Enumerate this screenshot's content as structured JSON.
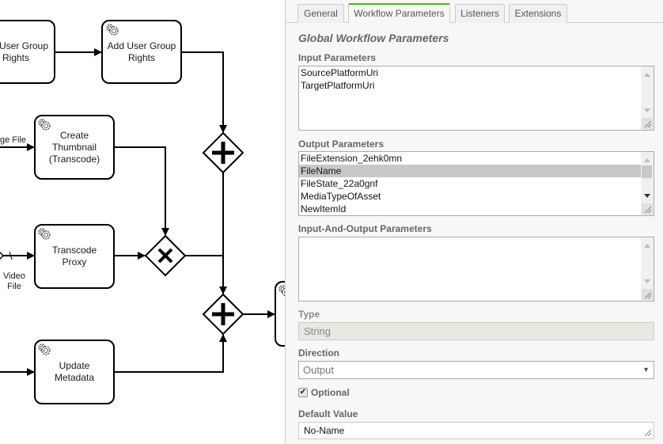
{
  "diagram": {
    "tasks": [
      {
        "lines": [
          "User Group",
          "Rights"
        ]
      },
      {
        "lines": [
          "Add User Group",
          "Rights"
        ]
      },
      {
        "lines": [
          "Create",
          "Thumbnail",
          "(Transcode)"
        ]
      },
      {
        "lines": [
          "Transcode",
          "Proxy"
        ]
      },
      {
        "lines": [
          "Update",
          "Metadata"
        ]
      }
    ],
    "flow_labels": {
      "image_file": "ge File",
      "video_file_1": "Video",
      "video_file_2": "File"
    }
  },
  "panel": {
    "tabs": [
      {
        "label": "General"
      },
      {
        "label": "Workflow Parameters",
        "active": true
      },
      {
        "label": "Listeners"
      },
      {
        "label": "Extensions"
      }
    ],
    "accent_color": "#52b415",
    "title": "Global Workflow Parameters",
    "input_parameters": {
      "label": "Input Parameters",
      "items": [
        "SourcePlatformUri",
        "TargetPlatformUri"
      ]
    },
    "output_parameters": {
      "label": "Output Parameters",
      "items": [
        "FileExtension_2ehk0mn",
        "FileName",
        "FileState_22a0gnf",
        "MediaTypeOfAsset",
        "NewItemId"
      ],
      "selected": "FileName"
    },
    "inout_parameters": {
      "label": "Input-And-Output Parameters",
      "items": []
    },
    "type": {
      "label": "Type",
      "value": "String"
    },
    "direction": {
      "label": "Direction",
      "value": "Output"
    },
    "optional": {
      "label": "Optional",
      "checked": true
    },
    "default_value": {
      "label": "Default Value",
      "value": "No-Name"
    }
  }
}
